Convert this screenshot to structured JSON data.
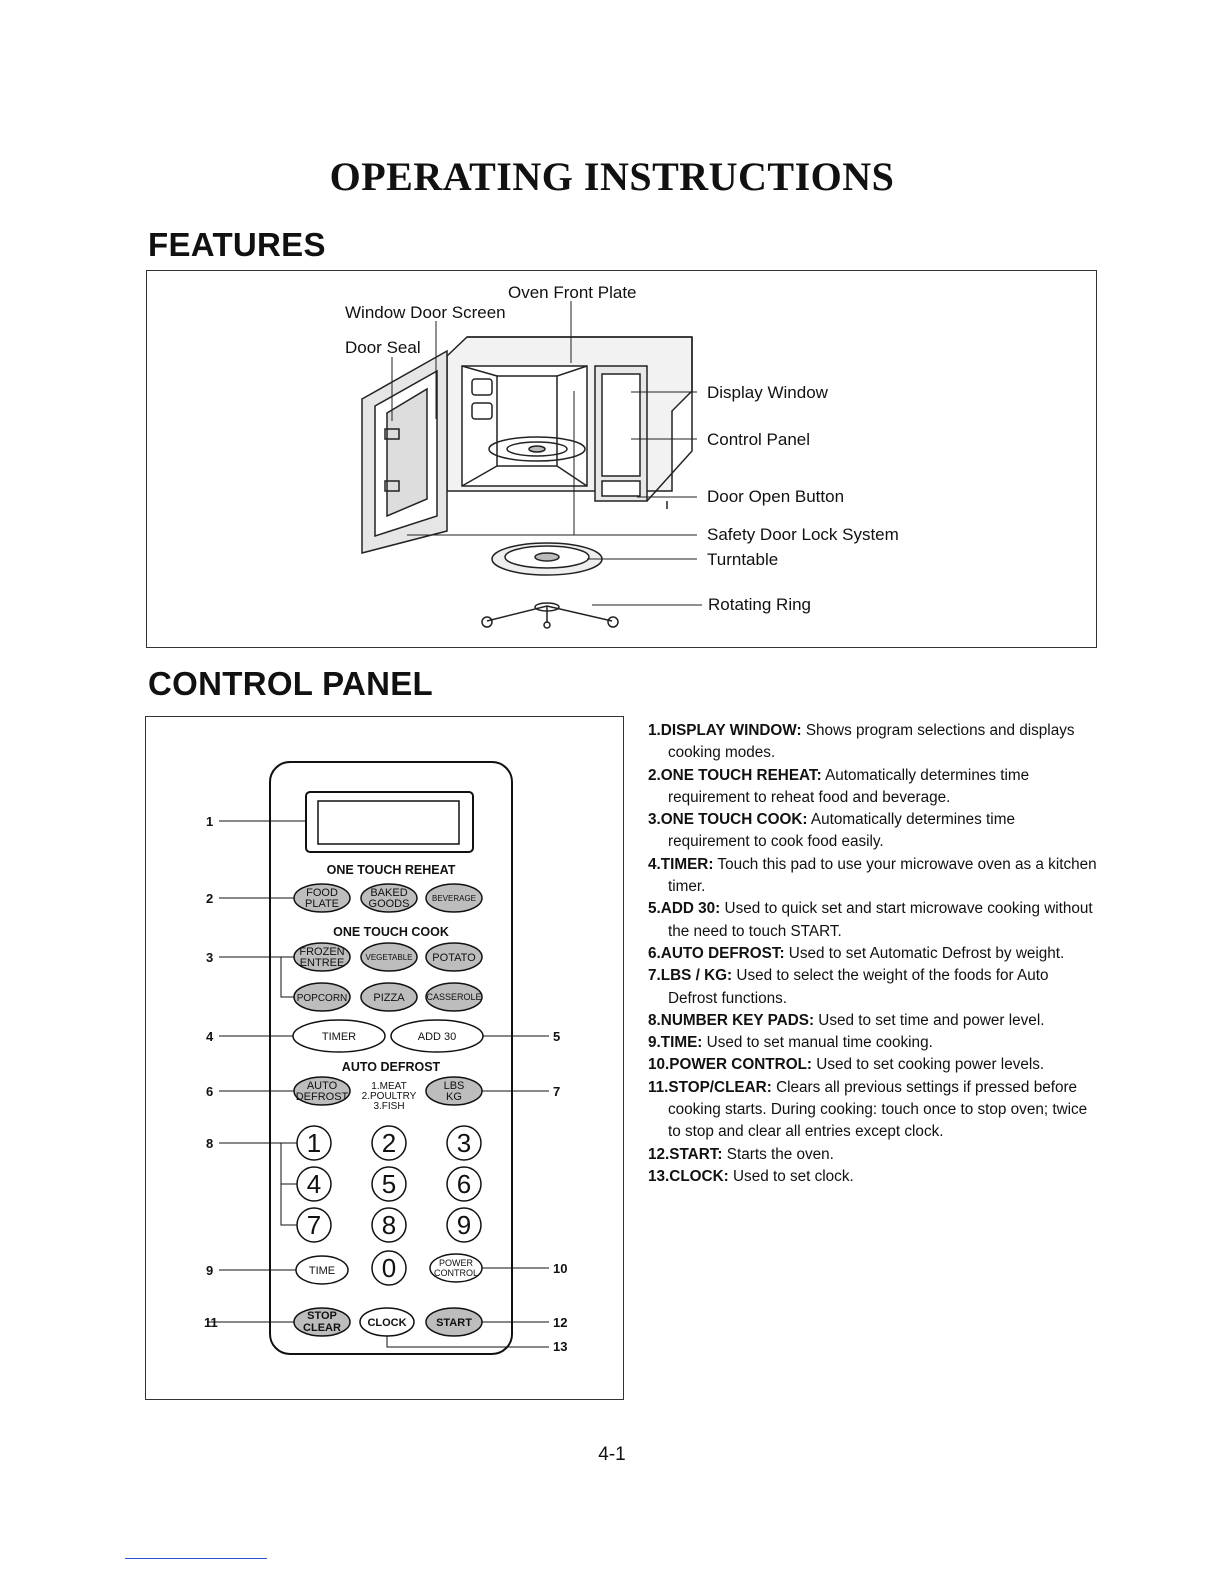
{
  "page": {
    "title": "OPERATING INSTRUCTIONS",
    "features_heading": "FEATURES",
    "control_panel_heading": "CONTROL PANEL",
    "page_number": "4-1"
  },
  "features_diagram": {
    "labels": {
      "oven_front_plate": "Oven Front Plate",
      "window_door_screen": "Window Door Screen",
      "door_seal": "Door Seal",
      "display_window": "Display Window",
      "control_panel": "Control Panel",
      "door_open_button": "Door Open Button",
      "safety_door_lock_system": "Safety Door Lock System",
      "turntable": "Turntable",
      "rotating_ring": "Rotating Ring"
    }
  },
  "panel_diagram": {
    "callouts": [
      "1",
      "2",
      "3",
      "4",
      "5",
      "6",
      "7",
      "8",
      "9",
      "10",
      "11",
      "12",
      "13"
    ],
    "one_touch_reheat_label": "ONE TOUCH REHEAT",
    "one_touch_cook_label": "ONE TOUCH COOK",
    "auto_defrost_label": "AUTO DEFROST",
    "buttons": {
      "food_plate": [
        "FOOD",
        "PLATE"
      ],
      "baked_goods": [
        "BAKED",
        "GOODS"
      ],
      "beverage": "BEVERAGE",
      "frozen_entree": [
        "FROZEN",
        "ENTREE"
      ],
      "vegetable": "VEGETABLE",
      "potato": "POTATO",
      "popcorn": "POPCORN",
      "pizza": "PIZZA",
      "casserole": "CASSEROLE",
      "timer": "TIMER",
      "add30": "ADD 30",
      "auto_defrost": [
        "AUTO",
        "DEFROST"
      ],
      "defrost_options": [
        "1.MEAT",
        "2.POULTRY",
        "3.FISH"
      ],
      "lbs_kg": [
        "LBS",
        "KG"
      ],
      "numbers": [
        "1",
        "2",
        "3",
        "4",
        "5",
        "6",
        "7",
        "8",
        "9",
        "0"
      ],
      "time": "TIME",
      "power_control": [
        "POWER",
        "CONTROL"
      ],
      "stop_clear": [
        "STOP",
        "CLEAR"
      ],
      "clock": "CLOCK",
      "start": "START"
    }
  },
  "descriptions": [
    {
      "num": "1.",
      "term": "DISPLAY WINDOW:",
      "text": " Shows program selections and displays cooking modes."
    },
    {
      "num": "2.",
      "term": "ONE TOUCH REHEAT:",
      "text": " Automatically determines time requirement to reheat food and beverage."
    },
    {
      "num": "3.",
      "term": "ONE TOUCH COOK:",
      "text": " Automatically determines time requirement to cook food easily."
    },
    {
      "num": "4.",
      "term": "TIMER:",
      "text": " Touch this pad to use your microwave oven as a kitchen timer."
    },
    {
      "num": "5.",
      "term": "ADD 30:",
      "text": " Used to quick set and start microwave cooking without the need to touch START."
    },
    {
      "num": "6.",
      "term": "AUTO DEFROST:",
      "text": " Used to set Automatic Defrost by weight."
    },
    {
      "num": "7.",
      "term": "LBS / KG:",
      "text": " Used to select the weight of the foods for Auto Defrost functions."
    },
    {
      "num": "8.",
      "term": "NUMBER KEY PADS:",
      "text": " Used to set time and power level."
    },
    {
      "num": "9.",
      "term": "TIME:",
      "text": " Used to set manual time cooking."
    },
    {
      "num": "10.",
      "term": "POWER CONTROL:",
      "text": " Used to set cooking power levels."
    },
    {
      "num": "11.",
      "term": "STOP/CLEAR:",
      "text": " Clears all previous settings if pressed before cooking starts. During cooking: touch once to stop oven; twice to stop and clear all entries except clock."
    },
    {
      "num": "12.",
      "term": "START:",
      "text": " Starts the oven."
    },
    {
      "num": "13.",
      "term": "CLOCK:",
      "text": " Used to set clock."
    }
  ]
}
